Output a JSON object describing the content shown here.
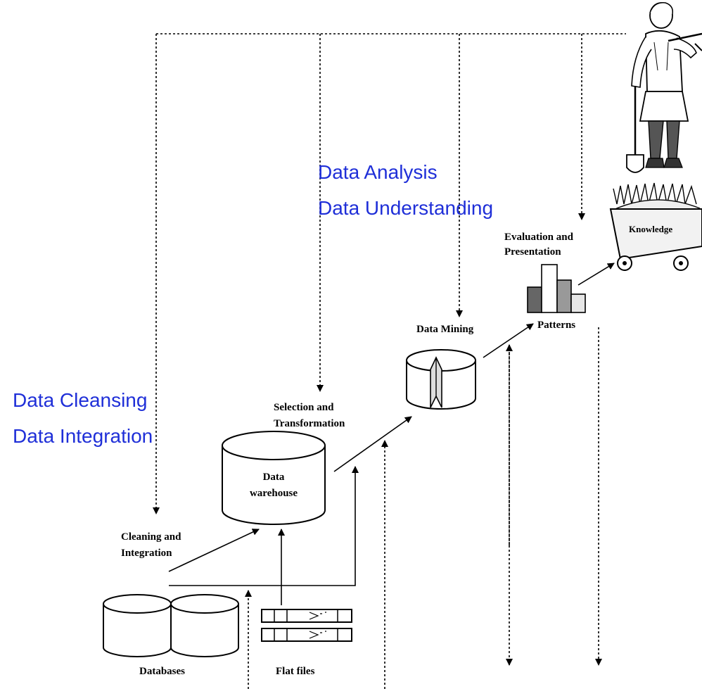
{
  "blue_labels": {
    "analysis": "Data Analysis",
    "understanding": "Data Understanding",
    "cleansing": "Data Cleansing",
    "integration": "Data Integration"
  },
  "stages": {
    "cleaning_1": "Cleaning and",
    "cleaning_2": "Integration",
    "selection_1": "Selection and",
    "selection_2": "Transformation",
    "mining": "Data Mining",
    "evaluation_1": "Evaluation and",
    "evaluation_2": "Presentation"
  },
  "nodes": {
    "databases": "Databases",
    "flat_files": "Flat files",
    "warehouse_1": "Data",
    "warehouse_2": "warehouse",
    "patterns": "Patterns",
    "knowledge": "Knowledge"
  },
  "colors": {
    "annotation_blue": "#1f2fd8",
    "line": "#000000"
  }
}
